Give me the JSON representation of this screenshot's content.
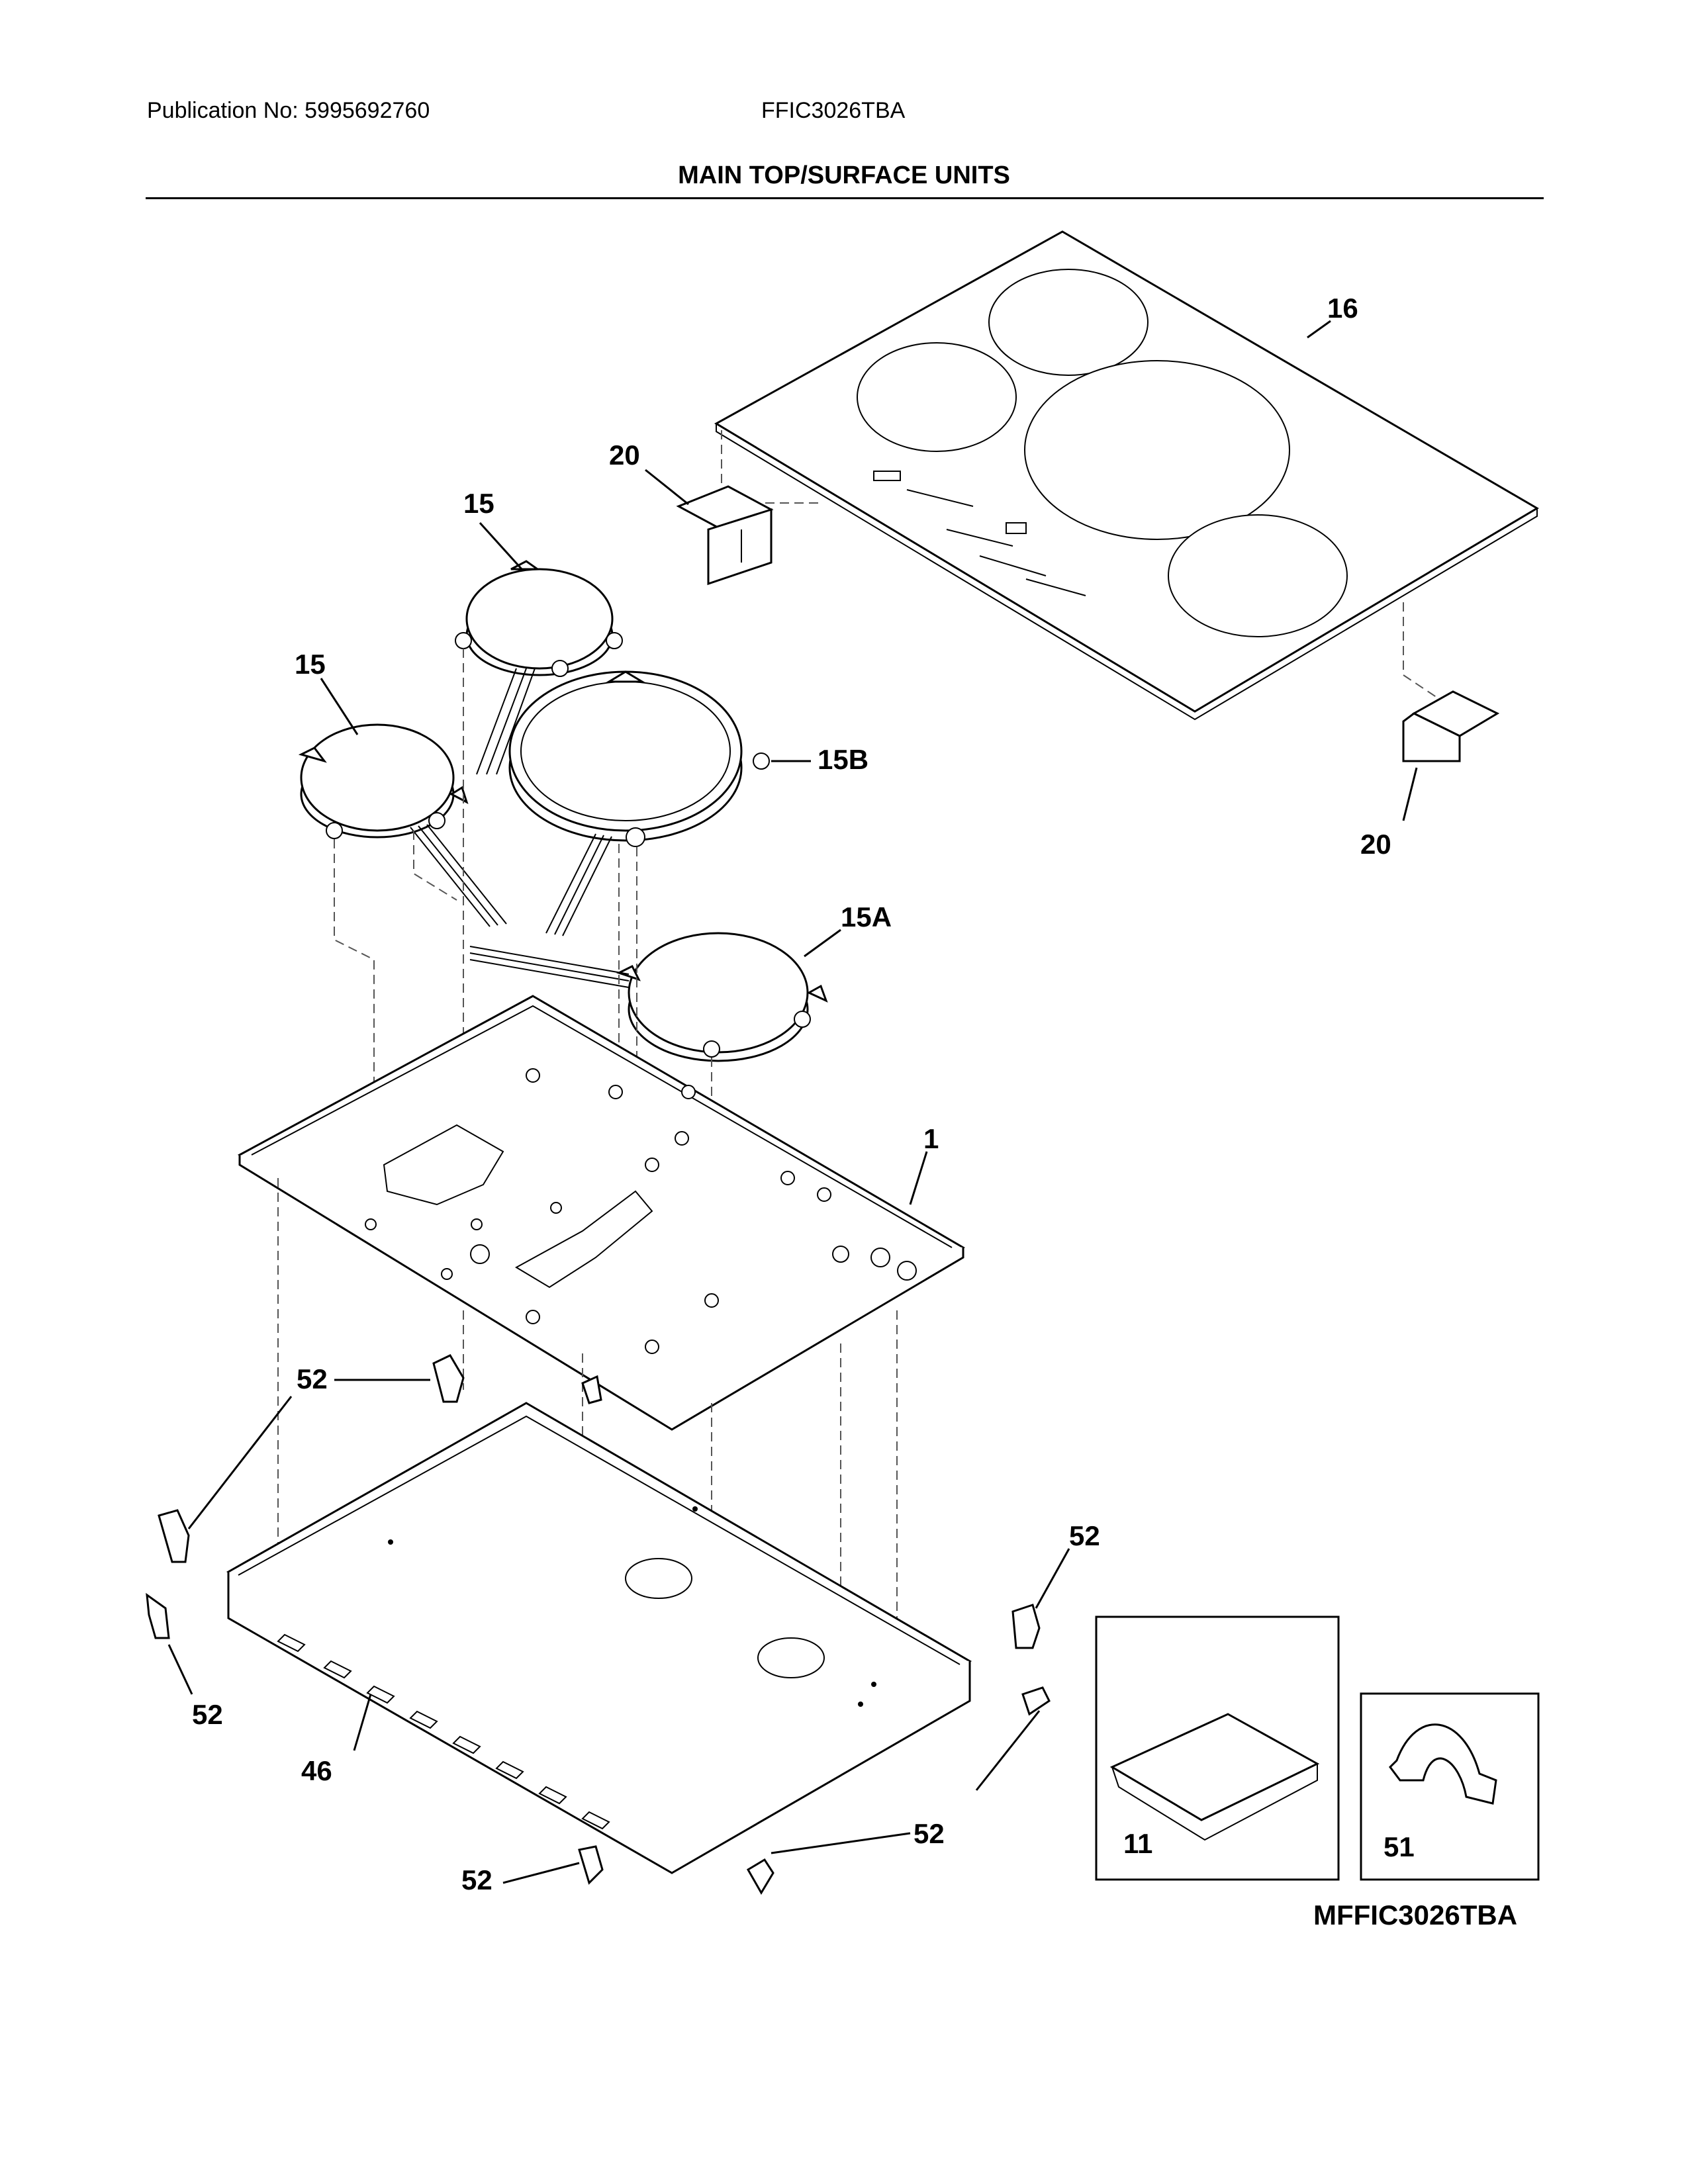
{
  "header": {
    "publication": "Publication No: 5995692760",
    "model": "FFIC3026TBA",
    "section_title": "MAIN TOP/SURFACE UNITS"
  },
  "callouts": {
    "glass_top": "16",
    "bracket_left": "20",
    "bracket_right": "20",
    "element_upper": "15",
    "element_left": "15",
    "element_large": "15B",
    "element_front": "15A",
    "burner_box": "1",
    "bottom_pan": "46",
    "clip_1": "52",
    "clip_2": "52",
    "clip_3": "52",
    "clip_4": "52",
    "clip_5": "52",
    "clip_6": "52",
    "inset_bracket": "11",
    "inset_clamp": "51"
  },
  "drawing_id": "MFFIC3026TBA"
}
